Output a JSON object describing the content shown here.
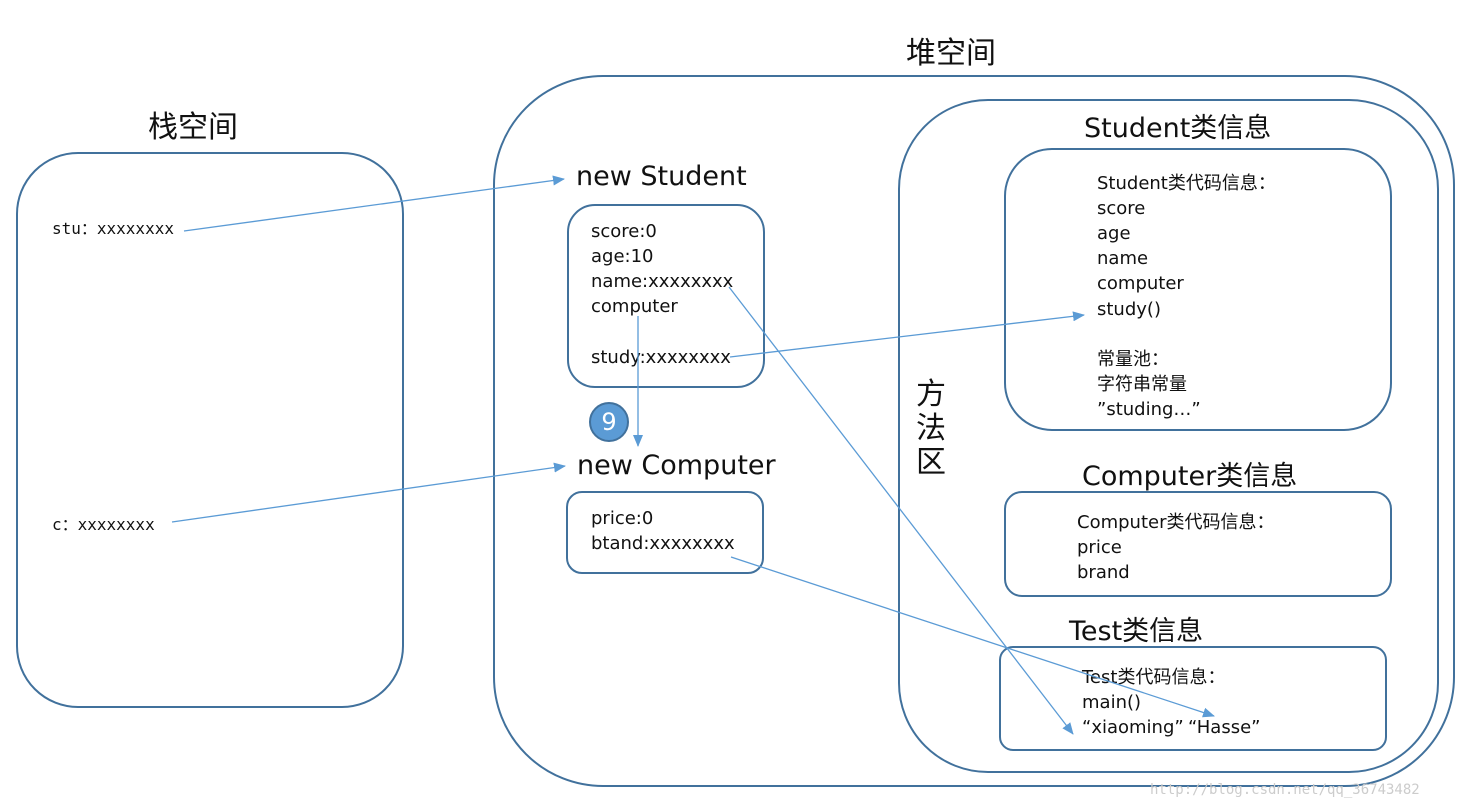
{
  "stack": {
    "title": "栈空间",
    "vars": [
      "stu：xxxxxxxx",
      "c：xxxxxxxx"
    ]
  },
  "heap": {
    "title": "堆空间",
    "student_obj": {
      "label": "new Student",
      "fields": [
        "score:0",
        "age:10",
        "name:xxxxxxxx",
        "computer",
        "study:xxxxxxxx"
      ]
    },
    "computer_obj": {
      "label": "new Computer",
      "fields": [
        "price:0",
        "btand:xxxxxxxx"
      ]
    },
    "step_badge": "9"
  },
  "method_area": {
    "label_chars": [
      "方",
      "法",
      "区"
    ],
    "student_class": {
      "title": "Student类信息",
      "lines": [
        "Student类代码信息：",
        "score",
        "age",
        "name",
        "computer",
        "study()",
        "",
        "常量池：",
        "字符串常量",
        "”studing…”"
      ]
    },
    "computer_class": {
      "title": "Computer类信息",
      "lines": [
        "Computer类代码信息：",
        "price",
        "brand"
      ]
    },
    "test_class": {
      "title": "Test类信息",
      "lines": [
        "Test类代码信息：",
        "main()"
      ],
      "strings": [
        "“xiaoming”",
        "“Hasse”"
      ]
    }
  },
  "watermark": "http://blog.csdn.net/qq_36743482",
  "colors": {
    "border": "#41719c",
    "arrow": "#5b9bd5",
    "badge": "#5b9bd5"
  }
}
